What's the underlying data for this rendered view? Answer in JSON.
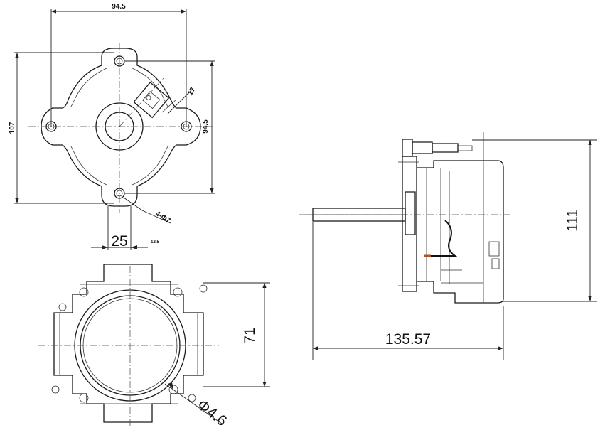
{
  "dimensions": {
    "top_width": "94.5",
    "left_height": "107",
    "right_height": "94.5",
    "slot": "17",
    "holes": "4-Φ7",
    "shaft_width": "25",
    "small_note": "12.5",
    "bottom_height": "71",
    "bottom_hole": "Φ4.6",
    "side_length": "135.57",
    "side_height": "111"
  }
}
